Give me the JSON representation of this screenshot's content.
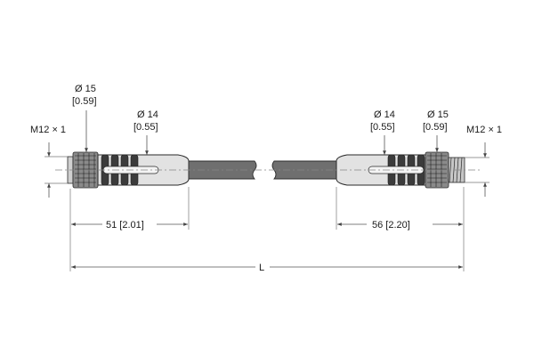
{
  "left_connector": {
    "thread_label": "M12 × 1",
    "knurl_diameter": "Ø 15",
    "knurl_diameter_inch": "[0.59]",
    "body_diameter": "Ø 14",
    "body_diameter_inch": "[0.55]",
    "length_label": "51 [2.01]"
  },
  "right_connector": {
    "body_diameter": "Ø 14",
    "body_diameter_inch": "[0.55]",
    "knurl_diameter": "Ø 15",
    "knurl_diameter_inch": "[0.59]",
    "thread_label": "M12 × 1",
    "length_label": "56 [2.20]"
  },
  "overall_length_label": "L"
}
